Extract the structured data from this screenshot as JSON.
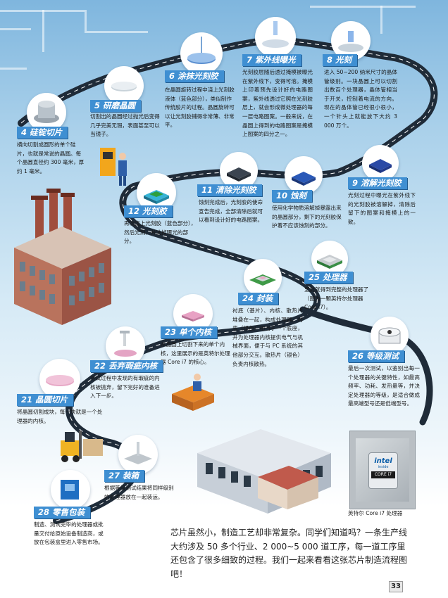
{
  "colors": {
    "label_bg": "#3f8fd2",
    "road": "#1f2b38",
    "background_top": "#7fb6de"
  },
  "steps": [
    {
      "id": "s4",
      "label": "4  硅锭切片",
      "desc": "横向切割成圆形的单个硅片，也就是常说的晶圆。每个晶圆直径约 300 毫米，厚约 1 毫米。"
    },
    {
      "id": "s5",
      "label": "5  研磨晶圆",
      "desc": "切割出的晶圆经过抛光后变得几乎完美无瑕，表面甚至可以当镜子。"
    },
    {
      "id": "s6",
      "label": "6  涂抹光刻胶",
      "desc": "在晶圆旋转过程中浇上光刻胶液体（蓝色部分），类似制作传统胶片的过程。晶圆旋转可以让光刻胶铺得非常薄、非常平。"
    },
    {
      "id": "s7",
      "label": "7  紫外线曝光",
      "desc": "光刻胶层随后透过掩模被曝光在紫外线下，变得可溶。掩模上印着预先设计好的电路图案，紫外线透过它照在光刻胶层上，就会形成微处理器的每一层电路图案。一般来说，在晶圆上得到的电路图案是掩模上图案的四分之一。"
    },
    {
      "id": "s8",
      "label": "8  光刻",
      "desc": "进入 50~200 纳米尺寸的晶体管级别。一块晶圆上可以切割出数百个处理器，晶体管相当于开关，控制着电流的方向。现在的晶体管已经很小很小，一个针头上就能放下大约 3 000 万个。"
    },
    {
      "id": "s9",
      "label": "9  溶解光刻胶",
      "desc": "光刻过程中曝光在紫外线下的光刻胶被溶解掉，清除后留下的图案和掩模上的一致。"
    },
    {
      "id": "s10",
      "label": "10  蚀刻",
      "desc": "使用化学物质溶解掉暴露出来的晶圆部分，剩下的光刻胶保护着不应该蚀刻的部分。"
    },
    {
      "id": "s11",
      "label": "11  清除光刻胶",
      "desc": "蚀刻完成后，光刻胶的使命宣告完成，全部清除后就可以看到设计好的电路图案。"
    },
    {
      "id": "s12",
      "label": "12  光刻胶",
      "desc": "再次浇上光刻胶（蓝色部分），然后光刻，并洗掉曝光的部分。"
    },
    {
      "id": "s25",
      "label": "25  处理器",
      "desc": "至此就得到完整的处理器了（图为一颗英特尔处理器 Core i7）。"
    },
    {
      "id": "s24",
      "label": "24  封装",
      "desc": "衬底（基片）、内核、散热片堆叠在一起，构成处理器。衬底（绿色）相当于一个底座，并为处理器内核提供电气与机械界面，便于与 PC 系统的其他部分交互。散热片（银色）负责内核散热。"
    },
    {
      "id": "s23",
      "label": "23  单个内核",
      "desc": "从晶圆上切割下来的单个内核，这里展示的是英特尔处理器 Core i7 的核心。"
    },
    {
      "id": "s22",
      "label": "22  丢弃瑕疵内核",
      "desc": "测试过程中发现的有瑕疵的内核被抛弃，留下完好的准备进入下一步。"
    },
    {
      "id": "s26",
      "label": "26  等级测试",
      "desc": "最后一次测试，以鉴别出每一个处理器的关键特性，如最高频率、功耗、发热量等，并决定处理器的等级，是适合做成最高端型号还是低端型号。"
    },
    {
      "id": "s21",
      "label": "21  晶圆切片",
      "desc": "将晶圆切割成块，每一块就是一个处理器的内核。"
    },
    {
      "id": "s27",
      "label": "27  装箱",
      "desc": "根据等级测试结果将同样级别的处理器放在一起装运。"
    },
    {
      "id": "s28",
      "label": "28  零售包装",
      "desc": "制造、测试完毕的处理器或批量交付给原始设备制造商，或放在包装盒里进入零售市场。"
    }
  ],
  "chip_image": {
    "brand": "intel",
    "inside": "inside",
    "model": "CORE i7",
    "caption": "英特尔 Core i7 处理器"
  },
  "intro": "芯片虽然小，制造工艺却非常复杂。同学们知道吗？一条生产线大约涉及 50 多个行业、2 000~5 000 道工序，每一道工序里还包含了很多细致的过程。我们一起来看看这张芯片制造流程图吧！",
  "page_number": "33"
}
